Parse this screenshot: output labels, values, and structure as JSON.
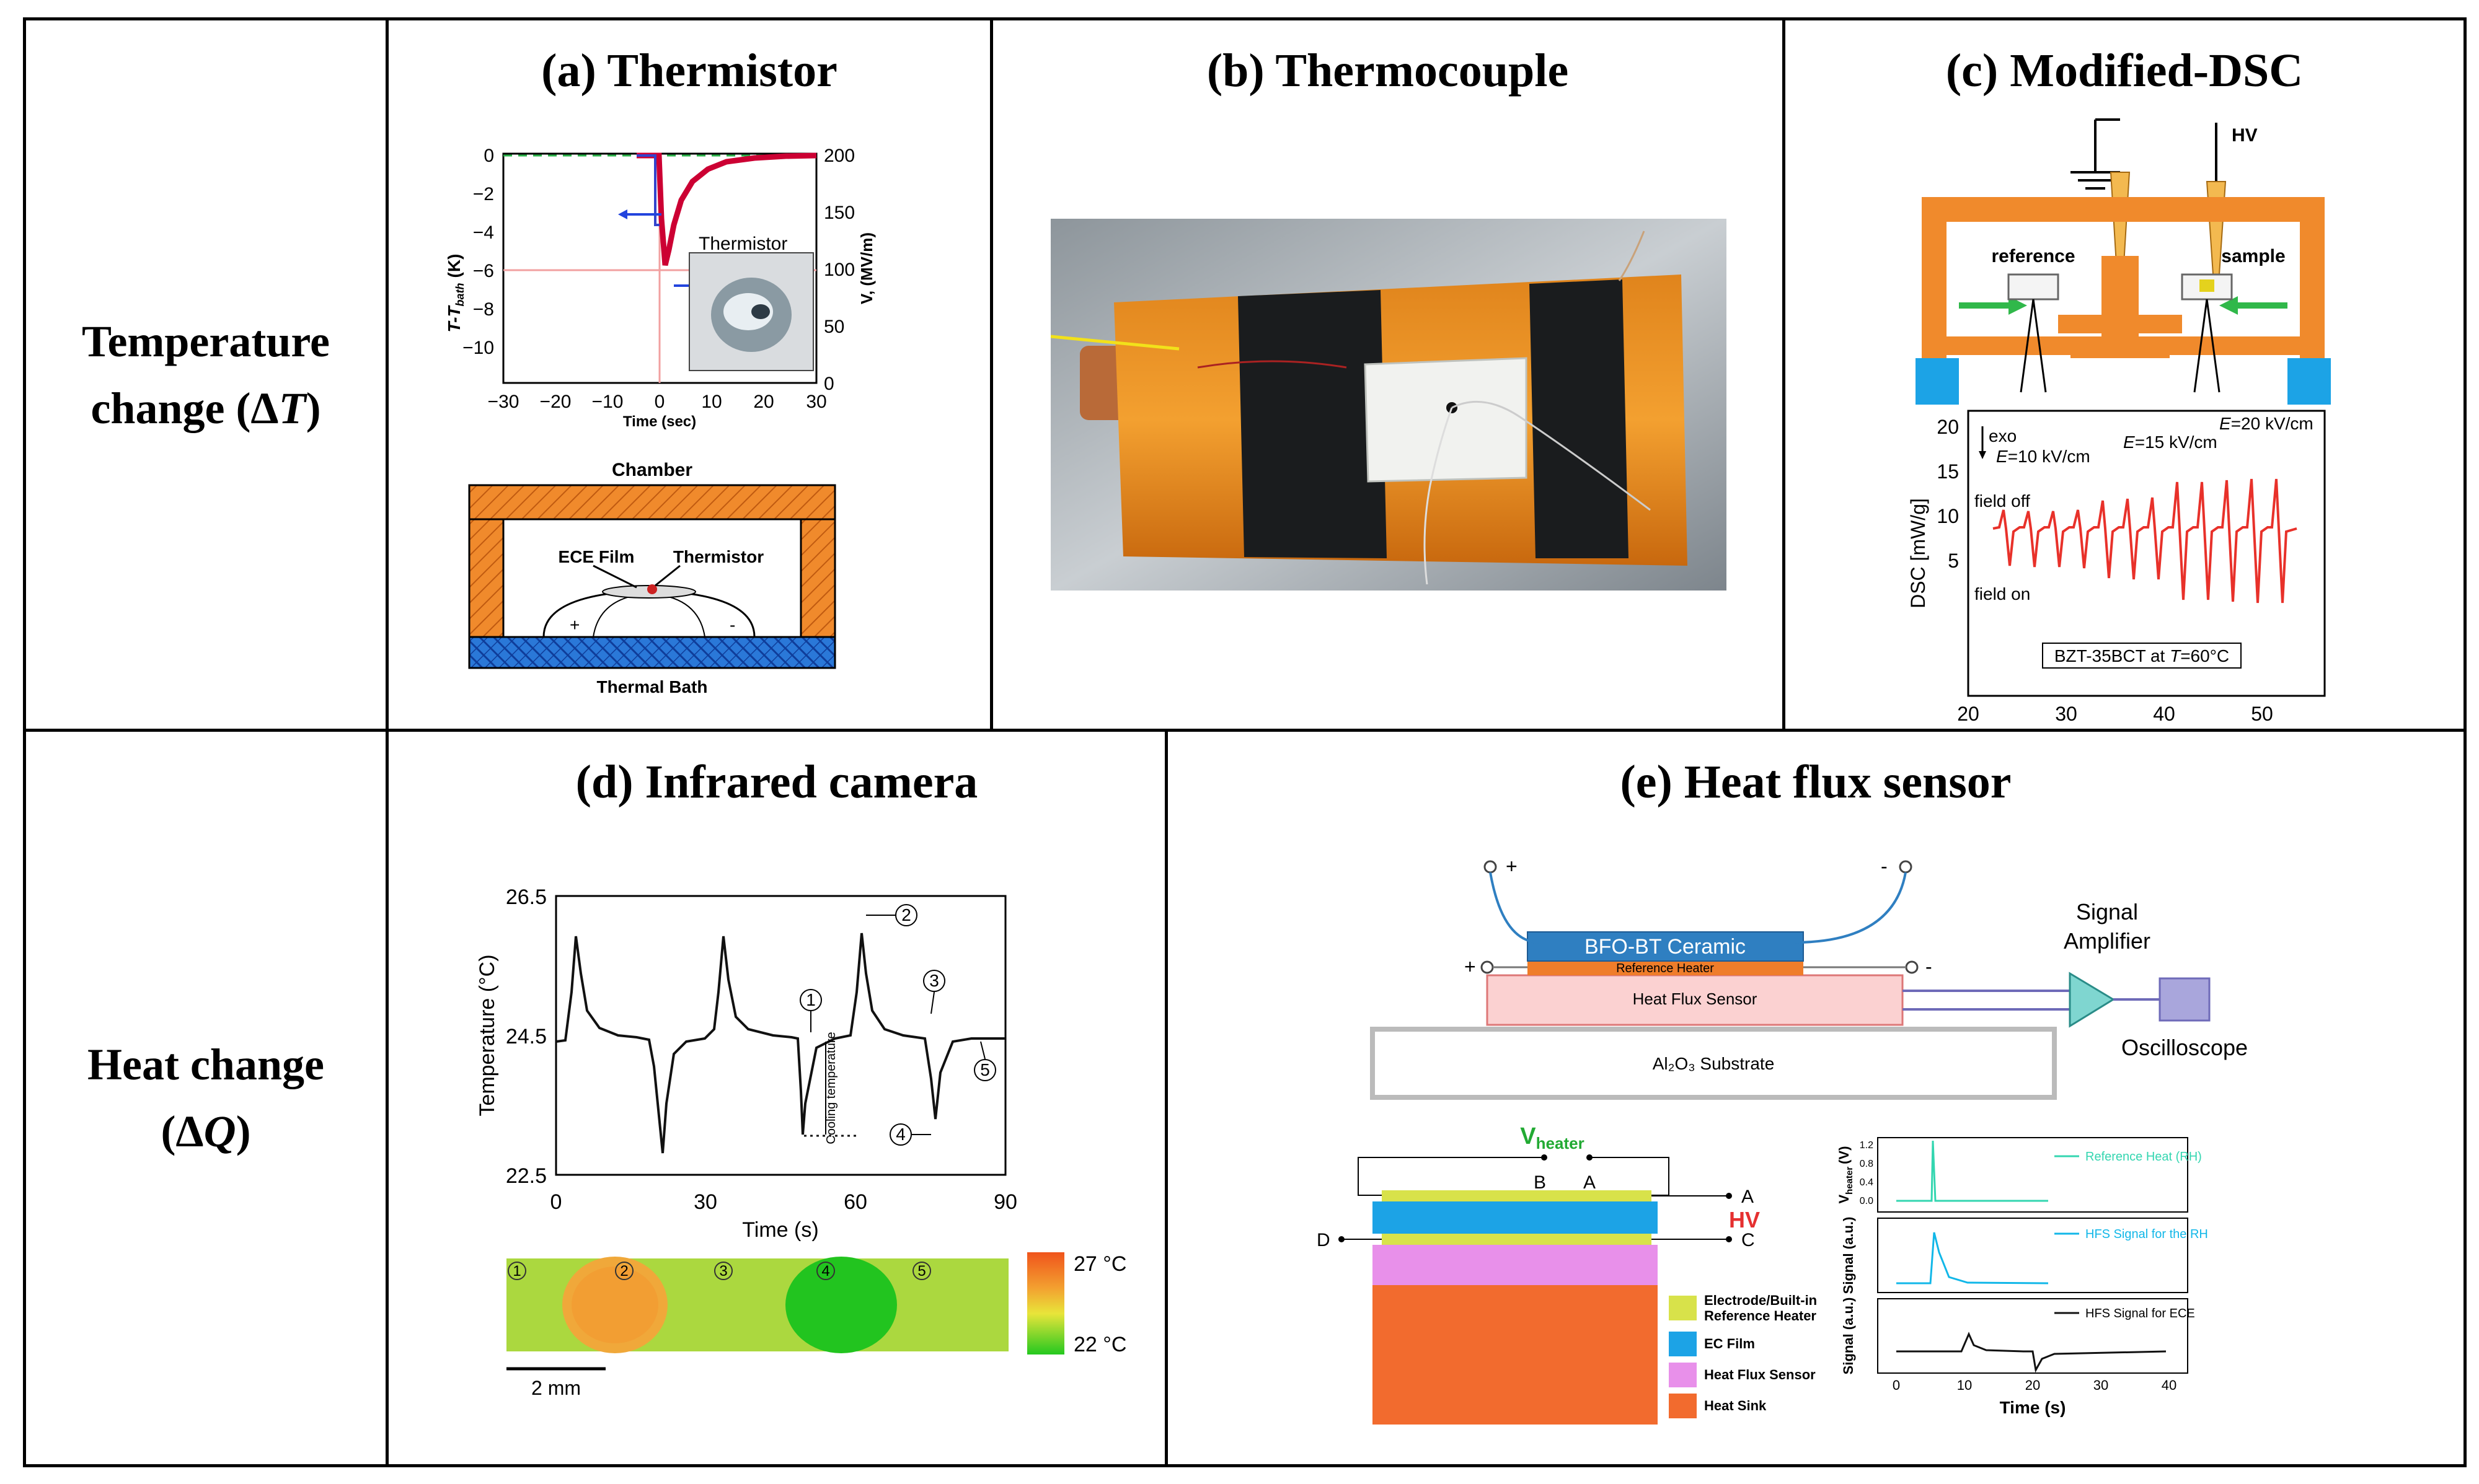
{
  "rows": [
    {
      "label_line1": "Temperature",
      "label_line2_prefix": "change (Δ",
      "label_line2_var": "T",
      "label_line2_suffix": ")"
    },
    {
      "label_line1": "Heat change",
      "label_line2_prefix": "(Δ",
      "label_line2_var": "Q",
      "label_line2_suffix": ")"
    }
  ],
  "panels": {
    "a": {
      "title": "(a) Thermistor",
      "y_left_label": "T-T",
      "y_left_sub": "bath",
      "y_left_unit": "(K)",
      "y_right_label": "V, (MV/m)",
      "x_label": "Time (sec)",
      "x_ticks": [
        "−30",
        "−20",
        "−10",
        "0",
        "10",
        "20",
        "30"
      ],
      "y_left_ticks": [
        "0",
        "−2",
        "−4",
        "−6",
        "−8",
        "−10"
      ],
      "y_right_ticks": [
        "200",
        "150",
        "100",
        "50",
        "0"
      ],
      "inset_label": "Thermistor",
      "chamber_label": "Chamber",
      "film_label": "ECE Film",
      "thermistor_label": "Thermistor",
      "plus": "+",
      "minus": "-",
      "bath_label": "Thermal Bath"
    },
    "b": {
      "title": "(b) Thermocouple"
    },
    "c": {
      "title": "(c) Modified-DSC",
      "hv": "HV",
      "reference": "reference",
      "sample": "sample",
      "ylabel": "DSC [mW/g]",
      "y_ticks": [
        "20",
        "15",
        "10",
        "5"
      ],
      "x_ticks": [
        "20",
        "30",
        "40",
        "50"
      ],
      "exo": "exo",
      "e10_var": "E",
      "e10_val": "=10 kV/cm",
      "e15_var": "E",
      "e15_val": "=15 kV/cm",
      "e20_var": "E",
      "e20_val": "=20 kV/cm",
      "field_off": "field off",
      "field_on": "field on",
      "box_prefix": "BZT-35BCT at ",
      "box_var": "T",
      "box_suffix": "=60°C"
    },
    "d": {
      "title": "(d) Infrared camera",
      "ylabel": "Temperature (°C)",
      "xlabel": "Time (s)",
      "y_ticks": [
        "26.5",
        "24.5",
        "22.5"
      ],
      "x_ticks": [
        "0",
        "30",
        "60",
        "90"
      ],
      "markers": [
        "1",
        "2",
        "3",
        "4",
        "5"
      ],
      "cooling": "Cooling temperature",
      "scale_hi": "27 °C",
      "scale_lo": "22 °C",
      "scalebar": "2 mm"
    },
    "e": {
      "title": "(e) Heat flux sensor",
      "ceramic": "BFO-BT Ceramic",
      "ref_heater": "Reference Heater",
      "hfs": "Heat Flux Sensor",
      "substrate": "Al₂O₃ Substrate",
      "signal_amp_1": "Signal",
      "signal_amp_2": "Amplifier",
      "oscilloscope": "Oscilloscope",
      "plus": "+",
      "minus": "-",
      "vheater": "V",
      "vheater_sub": "heater",
      "node_a": "A",
      "node_b": "B",
      "node_c": "C",
      "node_d": "D",
      "hv": "HV",
      "legend": [
        "Electrode/Built-in",
        "Reference Heater",
        "EC Film",
        "Heat Flux Sensor",
        "Heat Sink"
      ],
      "trace1": "Reference Heat (RH)",
      "trace2": "HFS Signal for the RH",
      "trace3": "HFS Signal for ECE",
      "ylab1": "V",
      "ylab1_sub": "heater",
      "ylab1_unit": "(V)",
      "ylab2": "Signal (a.u.)",
      "ylab3": "Signal (a.u.)",
      "yticks1": [
        "1.2",
        "0.8",
        "0.4",
        "0.0"
      ],
      "x_ticks": [
        "0",
        "10",
        "20",
        "30",
        "40"
      ],
      "xlabel": "Time (s)"
    }
  },
  "colors": {
    "grid_line": "#000000",
    "thermistor_red": "#cc0033",
    "dsc_red": "#e8312a",
    "orange_block": "#f08a2c",
    "cyan_trace": "#33d6b0",
    "blue_trace": "#11b7e8",
    "ceramic_blue": "#2f7fc1"
  }
}
